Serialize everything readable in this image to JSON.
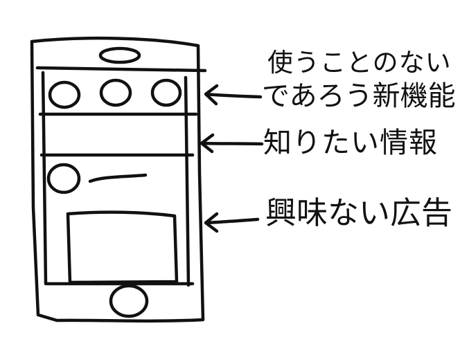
{
  "annotations": {
    "unused_features_line1": "使うことのない",
    "unused_features_line2": "であろう新機能",
    "wanted_info": "知りたい情報",
    "uninteresting_ads": "興味ない広告"
  }
}
